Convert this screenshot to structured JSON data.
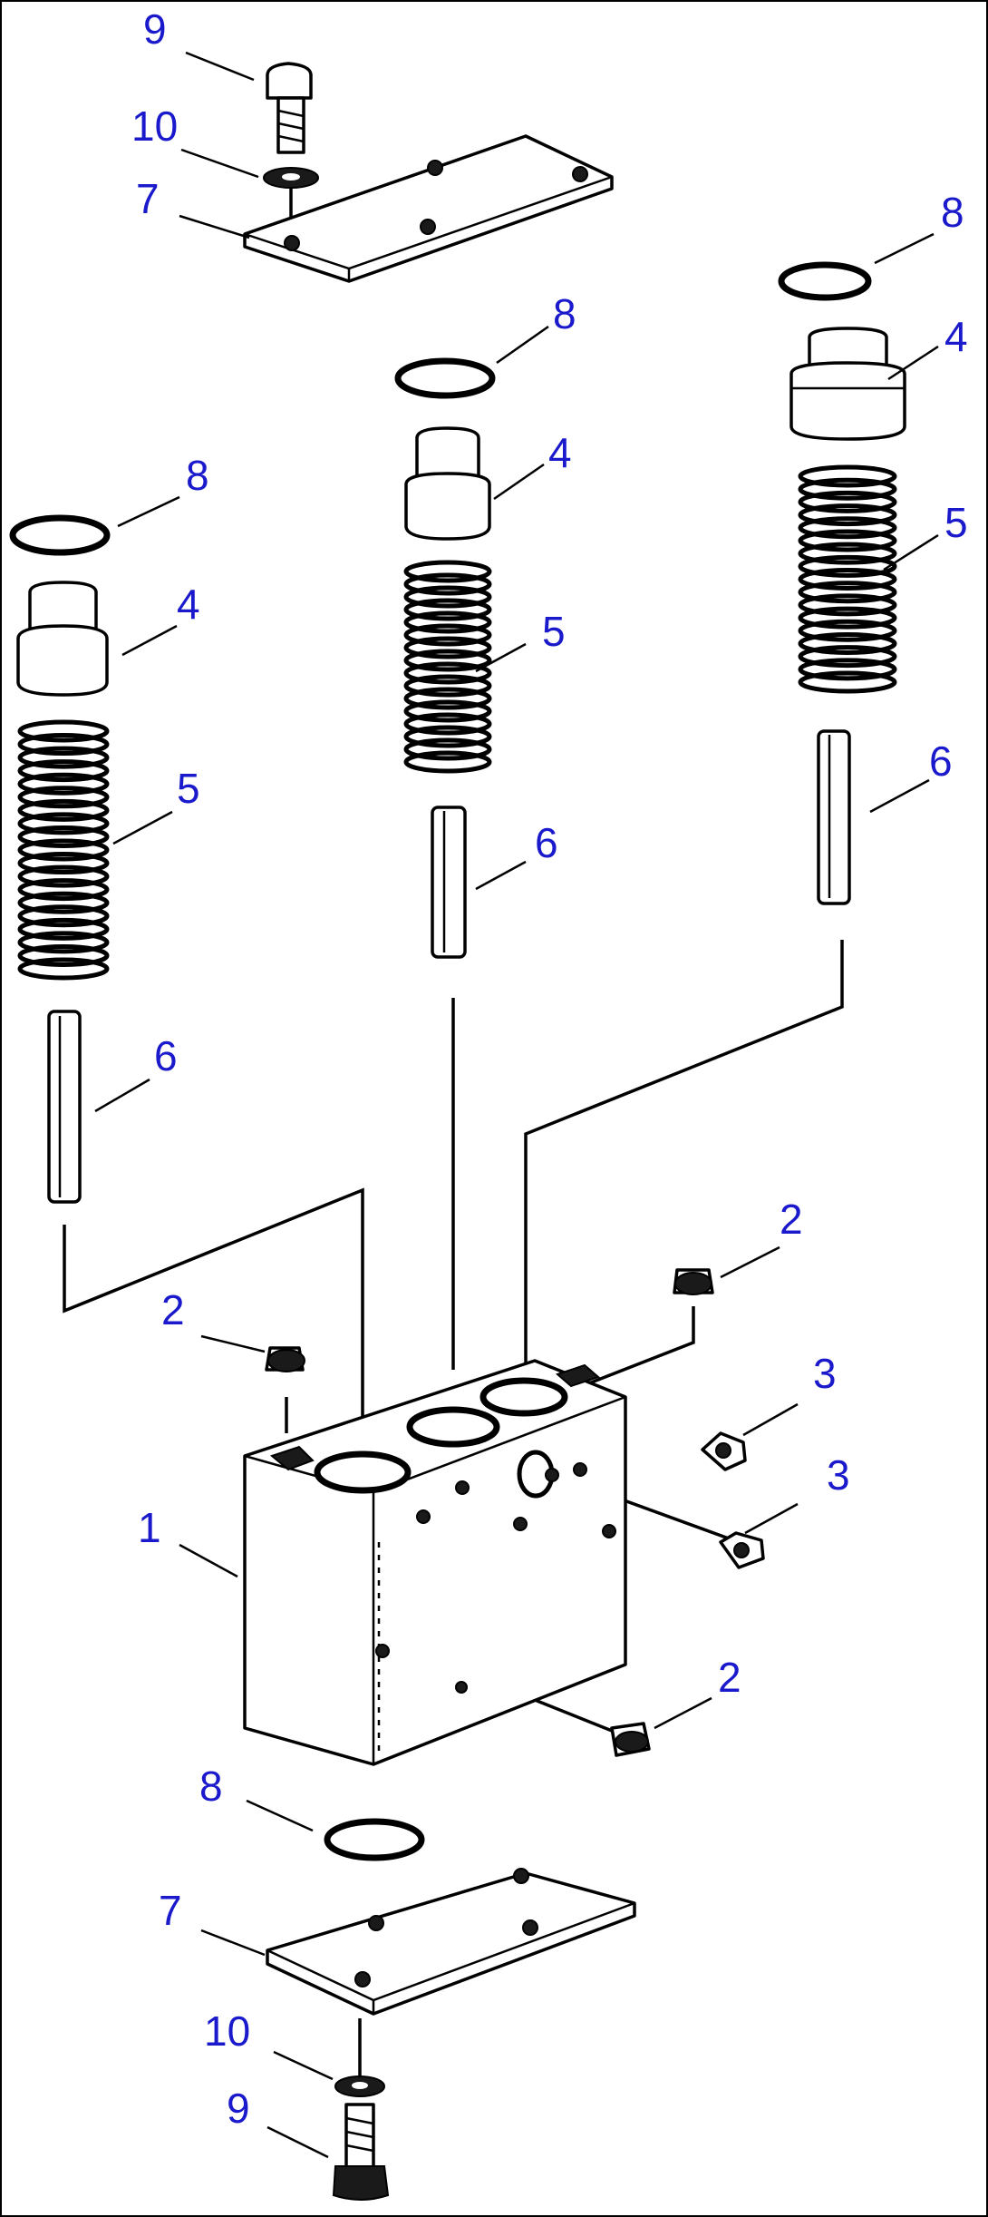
{
  "callouts": {
    "c9_top": "9",
    "c10_top": "10",
    "c7_top": "7",
    "c8_right": "8",
    "c4_right": "4",
    "c5_right": "5",
    "c6_right": "6",
    "c8_mid": "8",
    "c4_mid": "4",
    "c5_mid": "5",
    "c6_mid": "6",
    "c8_left": "8",
    "c4_left": "4",
    "c5_left": "5",
    "c6_left": "6",
    "c2_topright": "2",
    "c2_left": "2",
    "c3_upper": "3",
    "c3_lower": "3",
    "c1": "1",
    "c2_bottom": "2",
    "c8_bottom": "8",
    "c7_bottom": "7",
    "c10_bottom": "10",
    "c9_bottom": "9"
  },
  "colors": {
    "callout": "#1a1acc",
    "linework": "#000000",
    "background": "#ffffff"
  }
}
